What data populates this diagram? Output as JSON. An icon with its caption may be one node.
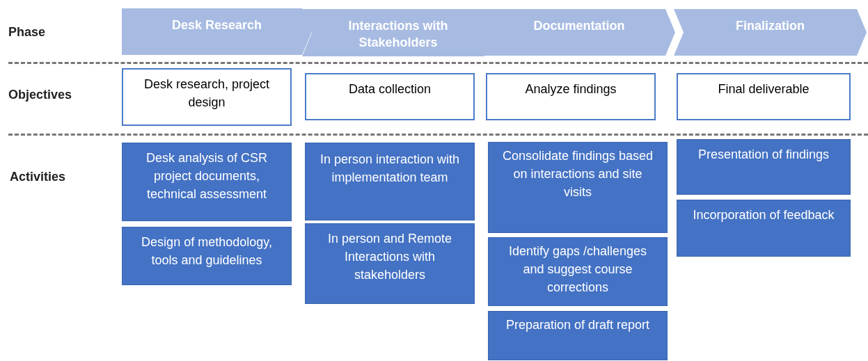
{
  "diagram": {
    "nodes": [
      {
        "text": [
          "Desk Research"
        ]
      },
      {
        "text": [
          "Interactions with Stakeholders"
        ]
      },
      {
        "text": [
          "Documentation"
        ]
      },
      {
        "text": [
          "Finalization"
        ]
      },
      {
        "text": [
          "Desk research, project design"
        ]
      },
      {
        "text": [
          "Data collection"
        ]
      },
      {
        "text": [
          "Analyze findings"
        ]
      },
      {
        "text": [
          "Final deliverable"
        ]
      },
      {
        "text": [
          "Desk analysis of CSR project documents, technical assessment"
        ]
      },
      {
        "text": [
          "Design of methodology, tools and guidelines"
        ]
      },
      {
        "text": [
          "In person interaction with implementation team"
        ]
      },
      {
        "text": [
          "In person and Remote Interactions with stakeholders"
        ]
      },
      {
        "text": [
          "Consolidate findings based on interactions and site visits"
        ]
      },
      {
        "text": [
          "Identify gaps /challenges and suggest course corrections"
        ]
      },
      {
        "text": [
          "Preparation of draft report"
        ]
      },
      {
        "text": [
          "Presentation of findings"
        ]
      },
      {
        "text": [
          "Incorporation of feedback"
        ]
      }
    ],
    "edges": [],
    "labels": [
      "Phase",
      "Objectives",
      "Activities"
    ]
  }
}
